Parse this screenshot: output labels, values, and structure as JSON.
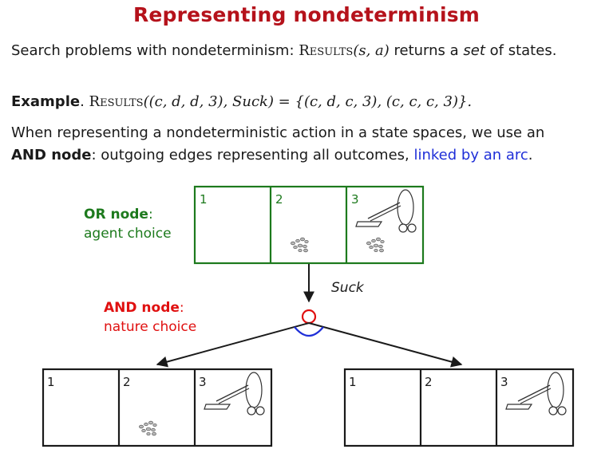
{
  "title": "Representing nondeterminism",
  "para1": {
    "prefix": "Search problems with nondeterminism: ",
    "func": "Results",
    "args": "(s, a)",
    "middle": " returns a ",
    "set_word": "set",
    "suffix": " of states."
  },
  "para2": {
    "label": "Example",
    "dot": ". ",
    "func": "Results",
    "expr": "((c, d, d, 3), ",
    "action": "Suck",
    "result": ") = {(c, d, c, 3), (c, c, c, 3)}."
  },
  "para3": {
    "line1": "When representing a nondeterministic action in a state spaces, we use an",
    "and_node": "AND node",
    "middle": ": outgoing edges representing all outcomes, ",
    "link_text": "linked by an arc",
    "end": "."
  },
  "or_node": {
    "title": "OR node",
    "colon": ":",
    "subtitle": "agent choice"
  },
  "and_node": {
    "title": "AND node",
    "colon": ":",
    "subtitle": "nature choice"
  },
  "action_label": "Suck",
  "states": {
    "top": {
      "cells": [
        "1",
        "2",
        "3"
      ],
      "dirt": [
        false,
        true,
        true
      ],
      "vacuum_in_cell": 3
    },
    "left": {
      "cells": [
        "1",
        "2",
        "3"
      ],
      "dirt": [
        false,
        true,
        false
      ],
      "vacuum_in_cell": 3
    },
    "right": {
      "cells": [
        "1",
        "2",
        "3"
      ],
      "dirt": [
        false,
        false,
        false
      ],
      "vacuum_in_cell": 3
    }
  },
  "colors": {
    "title": "#b5121b",
    "or_node": "#1d7a1d",
    "and_node": "#e01010",
    "arc": "#1f2fd8",
    "link": "#1f2fd8"
  }
}
